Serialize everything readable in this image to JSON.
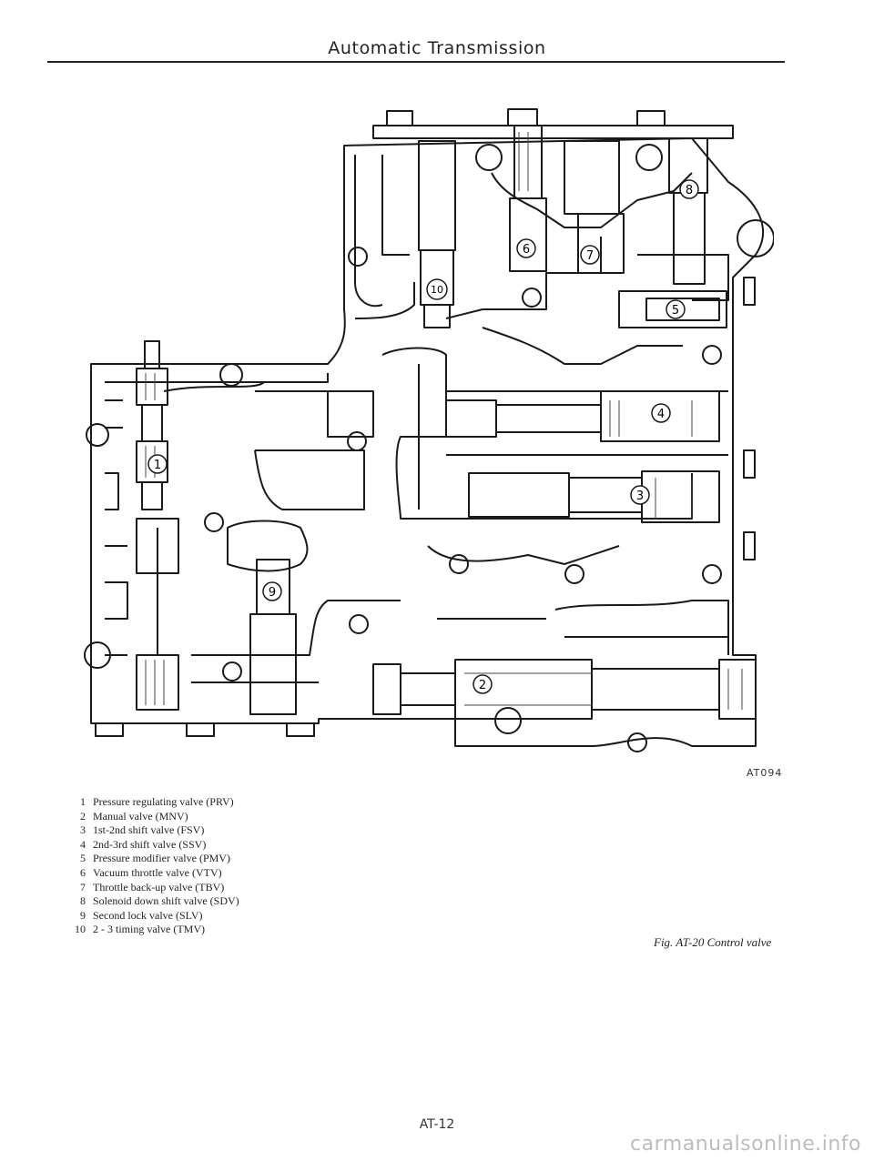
{
  "header": {
    "title": "Automatic Transmission"
  },
  "figure": {
    "code": "AT094",
    "caption": "Fig. AT-20 Control valve",
    "callouts": [
      "1",
      "2",
      "3",
      "4",
      "5",
      "6",
      "7",
      "8",
      "9",
      "10"
    ]
  },
  "legend": [
    {
      "num": "1",
      "text": "Pressure regulating valve (PRV)"
    },
    {
      "num": "2",
      "text": "Manual valve (MNV)"
    },
    {
      "num": "3",
      "text": "1st-2nd shift valve (FSV)"
    },
    {
      "num": "4",
      "text": "2nd-3rd shift valve (SSV)"
    },
    {
      "num": "5",
      "text": "Pressure modifier valve (PMV)"
    },
    {
      "num": "6",
      "text": "Vacuum throttle valve (VTV)"
    },
    {
      "num": "7",
      "text": "Throttle back-up valve (TBV)"
    },
    {
      "num": "8",
      "text": "Solenoid down shift valve (SDV)"
    },
    {
      "num": "9",
      "text": "Second lock valve (SLV)"
    },
    {
      "num": "10",
      "text": "2 - 3 timing valve (TMV)"
    }
  ],
  "footer": {
    "page_number": "AT-12"
  },
  "watermark": "carmanualsonline.info"
}
